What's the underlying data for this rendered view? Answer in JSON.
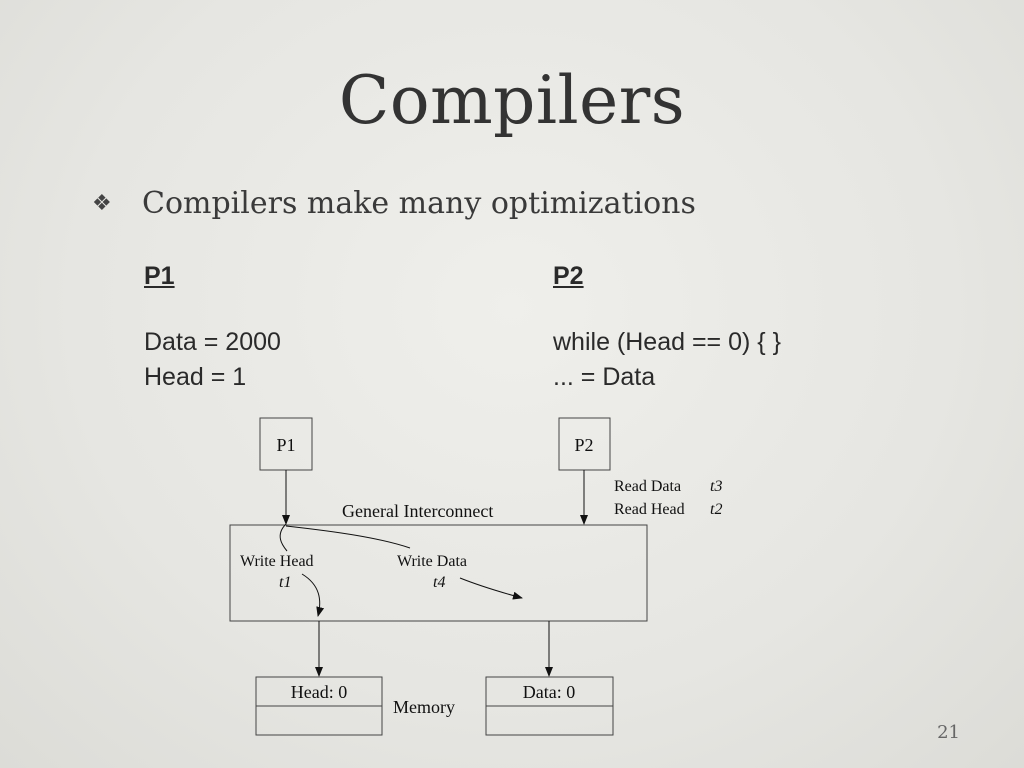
{
  "slide": {
    "title": "Compilers",
    "bullet": {
      "icon": "four-diamond-bullet-icon",
      "glyph": "❖",
      "text": "Compilers make many optimizations"
    },
    "number": "21"
  },
  "code": {
    "p1": {
      "heading": "P1",
      "lines": [
        "Data = 2000",
        "Head = 1"
      ]
    },
    "p2": {
      "heading": "P2",
      "lines": [
        "while (Head == 0) { }",
        "... = Data"
      ]
    }
  },
  "diagram": {
    "p1_box": "P1",
    "p2_box": "P2",
    "interconnect_label": "General Interconnect",
    "write_head": {
      "label": "Write Head",
      "time": "t1"
    },
    "write_data": {
      "label": "Write Data",
      "time": "t4"
    },
    "read_data": {
      "label": "Read Data",
      "time": "t3"
    },
    "read_head": {
      "label": "Read Head",
      "time": "t2"
    },
    "memory_label": "Memory",
    "head_cell": "Head: 0",
    "data_cell": "Data: 0"
  }
}
